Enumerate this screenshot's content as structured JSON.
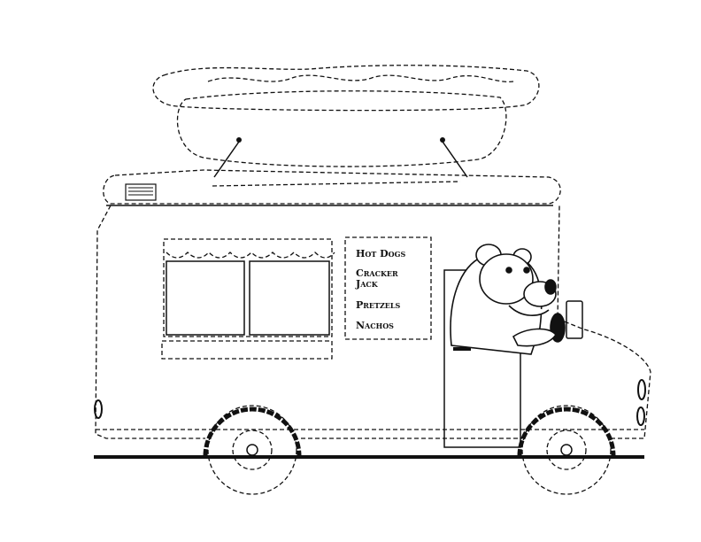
{
  "title": "Food truck tracing worksheet",
  "menu": {
    "items": [
      "Hot Dogs",
      "Cracker",
      "Jack",
      "Pretzels",
      "Nachos"
    ]
  },
  "colors": {
    "ink": "#111111",
    "background": "#ffffff"
  }
}
